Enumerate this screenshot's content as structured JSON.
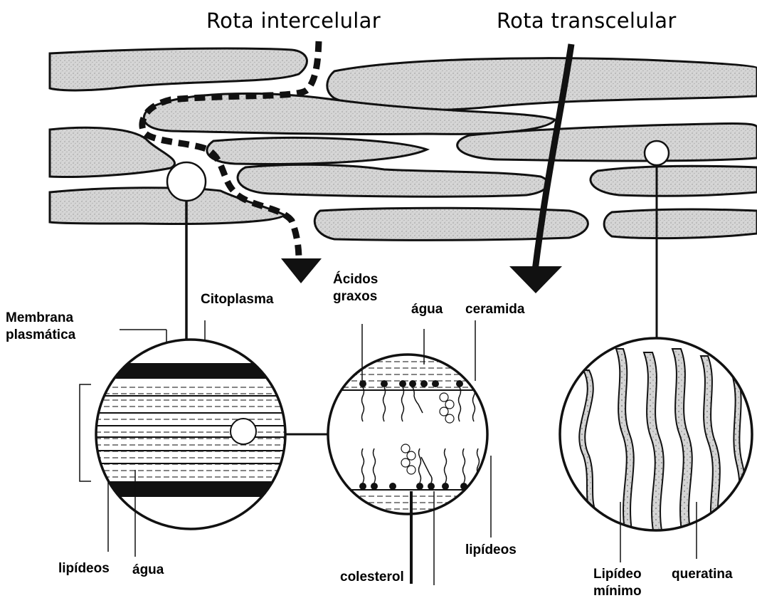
{
  "titles": {
    "intercellular_route": "Rota intercelular",
    "transcellular_route": "Rota transcelular"
  },
  "labels": {
    "citoplasma": "Citoplasma",
    "membrana_line1": "Membrana",
    "membrana_line2": "plasmática",
    "acidos_line1": "Ácidos",
    "acidos_line2": "graxos",
    "agua_center": "água",
    "ceramida": "ceramida",
    "lipideos_left": "lipídeos",
    "agua_left": "água",
    "colesterol": "colesterol",
    "lipideos_center": "lipídeos",
    "lipideo_minimo_line1": "Lipídeo",
    "lipideo_minimo_line2": "mínimo",
    "queratina": "queratina"
  },
  "colors": {
    "ink": "#111111",
    "cell_fill": "#cfcfcf",
    "background": "#ffffff"
  }
}
